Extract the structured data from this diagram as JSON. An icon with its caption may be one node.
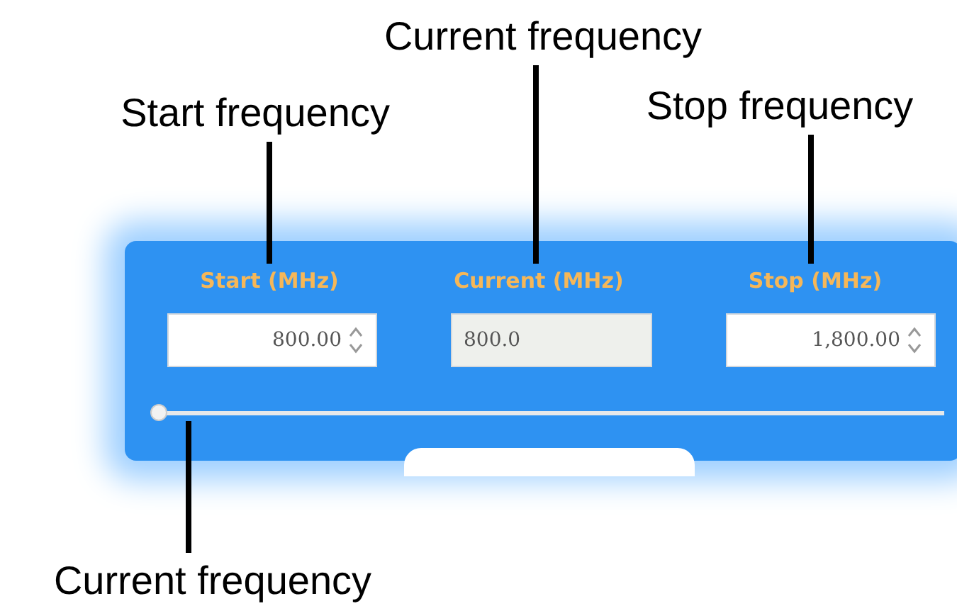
{
  "diagram": {
    "nodes": [
      {
        "text": [
          "Start frequency"
        ]
      },
      {
        "text": [
          "Current frequency"
        ]
      },
      {
        "text": [
          "Stop frequency"
        ]
      },
      {
        "text": [
          "Start (MHz)"
        ]
      },
      {
        "text": [
          "Current (MHz)"
        ]
      },
      {
        "text": [
          "Stop (MHz)"
        ]
      },
      {
        "text": [],
        "shape": "bar"
      },
      {
        "text": [
          "Current frequency"
        ]
      }
    ],
    "edges": [
      {
        "from": 0,
        "to": 3,
        "arrow": "none"
      },
      {
        "from": 1,
        "to": 4,
        "arrow": "none"
      },
      {
        "from": 2,
        "to": 5,
        "arrow": "none"
      },
      {
        "from": 7,
        "to": 6,
        "arrow": "none"
      }
    ],
    "labels": [
      "800.00",
      "800.0",
      "1,800.00"
    ]
  }
}
